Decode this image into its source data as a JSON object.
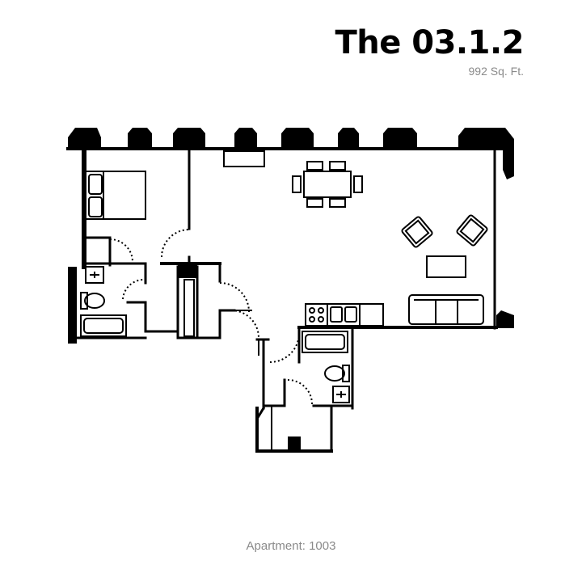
{
  "header": {
    "title": "The 03.1.2",
    "area": "992 Sq. Ft."
  },
  "footer": {
    "apartment": "Apartment: 1003"
  },
  "colors": {
    "walls": "#000000",
    "text_muted": "#8a8a8a",
    "background": "#ffffff"
  }
}
